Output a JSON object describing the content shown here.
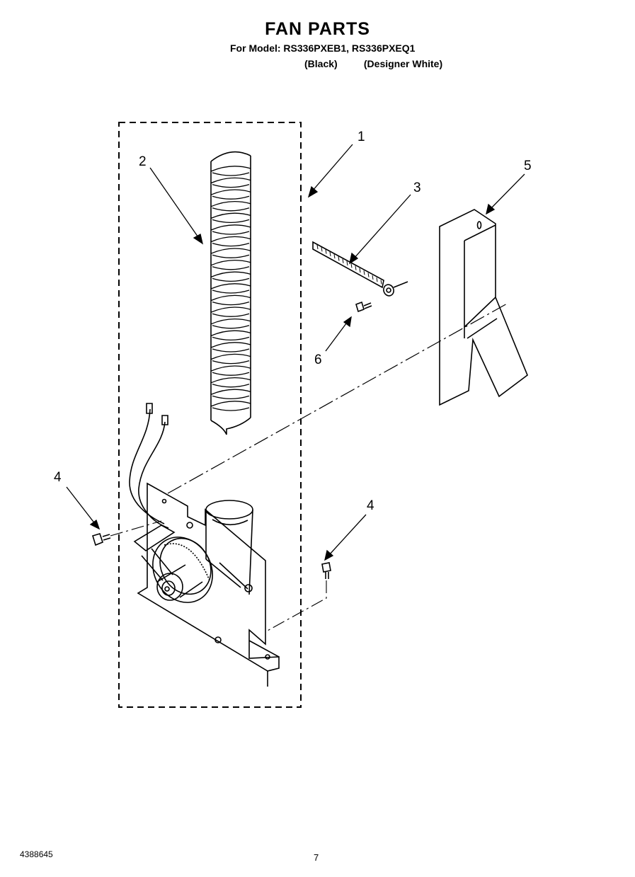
{
  "header": {
    "title": "FAN PARTS",
    "model_line": "For Model: RS336PXEB1, RS336PXEQ1",
    "color_black": "(Black)",
    "color_white": "(Designer White)"
  },
  "callouts": {
    "c1": "1",
    "c2": "2",
    "c3": "3",
    "c4a": "4",
    "c4b": "4",
    "c5": "5",
    "c6": "6"
  },
  "footer": {
    "doc_number": "4388645",
    "page_number": "7"
  }
}
